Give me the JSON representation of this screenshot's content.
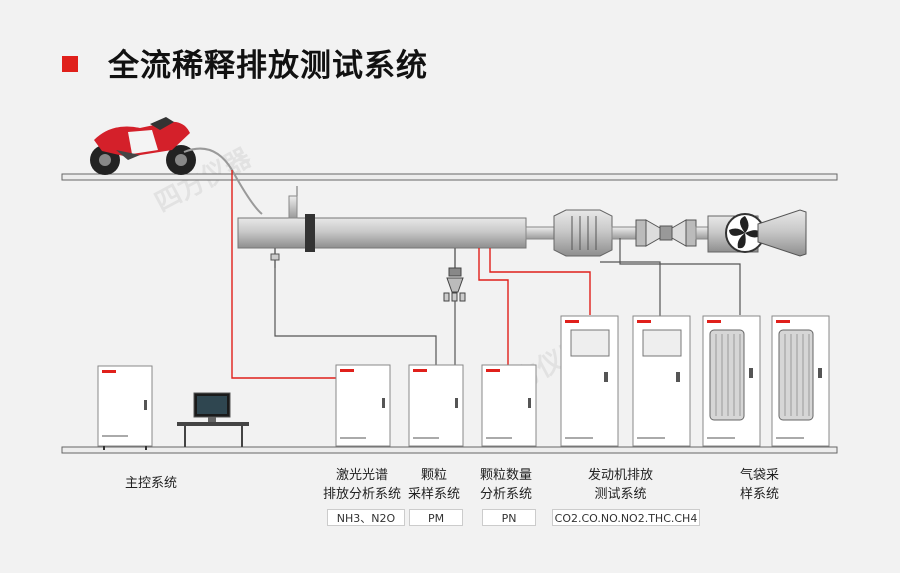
{
  "title": "全流稀释排放测试系统",
  "watermark": "四方仪器",
  "colors": {
    "accent": "#e0201b",
    "line": "#555555",
    "cabinet": "#ffffff"
  },
  "systems": [
    {
      "id": "main-control",
      "label_lines": [
        "主控系统"
      ],
      "tag": ""
    },
    {
      "id": "laser",
      "label_lines": [
        "激光光谱",
        "排放分析系统"
      ],
      "tag": "NH3、N2O"
    },
    {
      "id": "pm",
      "label_lines": [
        "颗粒",
        "采样系统"
      ],
      "tag": "PM"
    },
    {
      "id": "pn",
      "label_lines": [
        "颗粒数量",
        "分析系统"
      ],
      "tag": "PN"
    },
    {
      "id": "engine",
      "label_lines": [
        "发动机排放",
        "测试系统"
      ],
      "tag": "CO2.CO.NO.NO2.THC.CH4"
    },
    {
      "id": "bag",
      "label_lines": [
        "气袋采",
        "样系统"
      ],
      "tag": ""
    }
  ]
}
